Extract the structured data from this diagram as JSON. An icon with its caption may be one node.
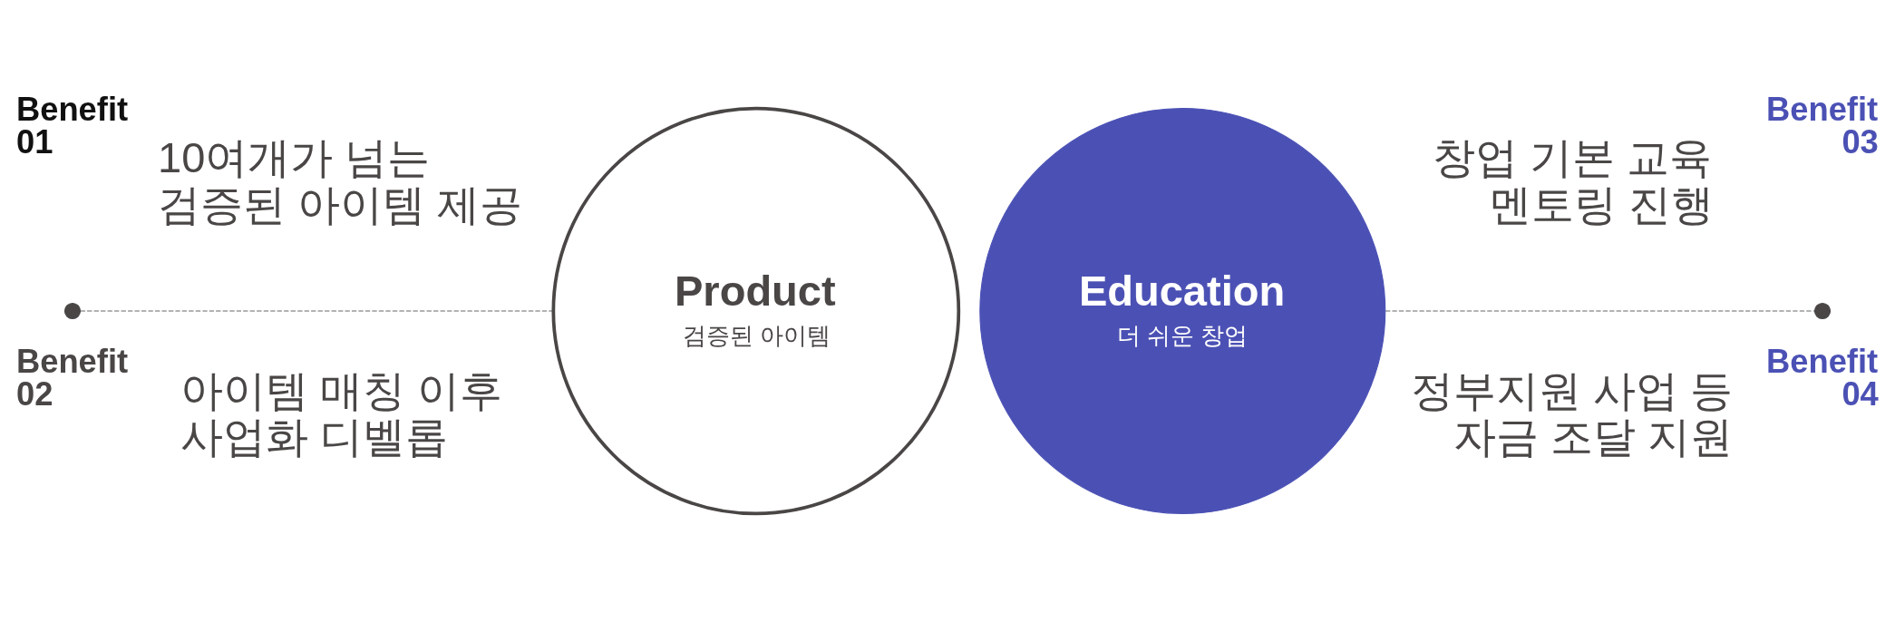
{
  "diagram": {
    "nodes": [
      {
        "text": [],
        "shape": "circle"
      },
      {
        "text": [
          "Product",
          "검증된 아이템"
        ]
      },
      {
        "text": [
          "Education",
          "더 쉬운 창업"
        ]
      },
      {
        "text": [],
        "shape": "circle"
      }
    ],
    "edges": [
      {
        "from": 0,
        "to": 1,
        "arrow": "none",
        "style": "dashed"
      },
      {
        "from": 2,
        "to": 3,
        "arrow": "none",
        "style": "dashed"
      }
    ],
    "labels": [
      "Benefit 01",
      "10여개가 넘는 검증된 아이템 제공",
      "Benefit 02",
      "아이템 매칭 이후 사업화 디벨롭",
      "Benefit 03",
      "창업 기본 교육 멘토링 진행",
      "Benefit 04",
      "정부지원 사업 등 자금 조달 지원"
    ]
  }
}
